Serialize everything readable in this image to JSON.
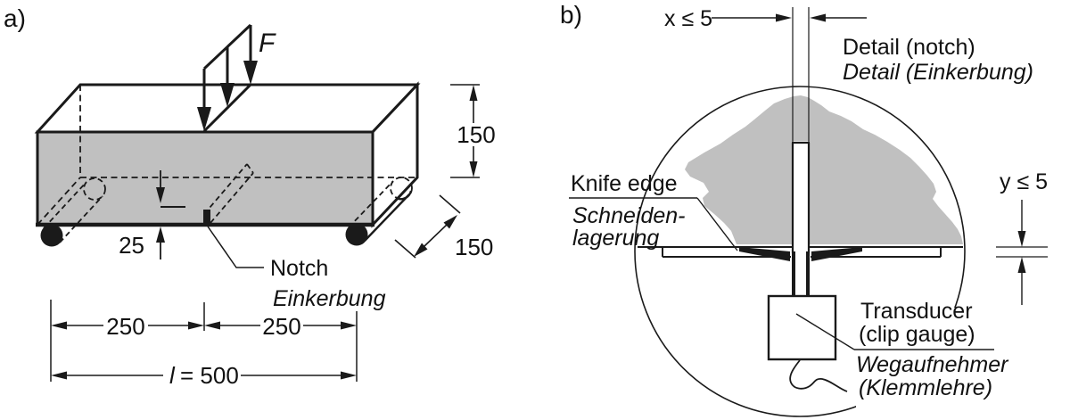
{
  "figure_a": {
    "label": "a)",
    "force_label": "F",
    "dim_height": "150",
    "dim_depth": "150",
    "dim_notch_depth": "25",
    "notch_label_en": "Notch",
    "notch_label_de": "Einkerbung",
    "dim_left_half": "250",
    "dim_right_half": "250",
    "dim_span_symbol": "l",
    "dim_span_value": "= 500"
  },
  "figure_b": {
    "label": "b)",
    "dim_notch_width": "x ≤ 5",
    "dim_knife_gap": "y ≤ 5",
    "detail_label_en": "Detail (notch)",
    "detail_label_de": "Detail (Einkerbung)",
    "knife_edge_label_en": "Knife edge",
    "knife_edge_label_de_line1": "Schneiden-",
    "knife_edge_label_de_line2": "lagerung",
    "transducer_label_en_line1": "Transducer",
    "transducer_label_en_line2": "(clip gauge)",
    "transducer_label_de_line1": "Wegaufnehmer",
    "transducer_label_de_line2": "(Klemmlehre)"
  },
  "colors": {
    "specimen_fill": "#c0c0c0",
    "line": "#1a1a1a",
    "background": "#ffffff"
  }
}
